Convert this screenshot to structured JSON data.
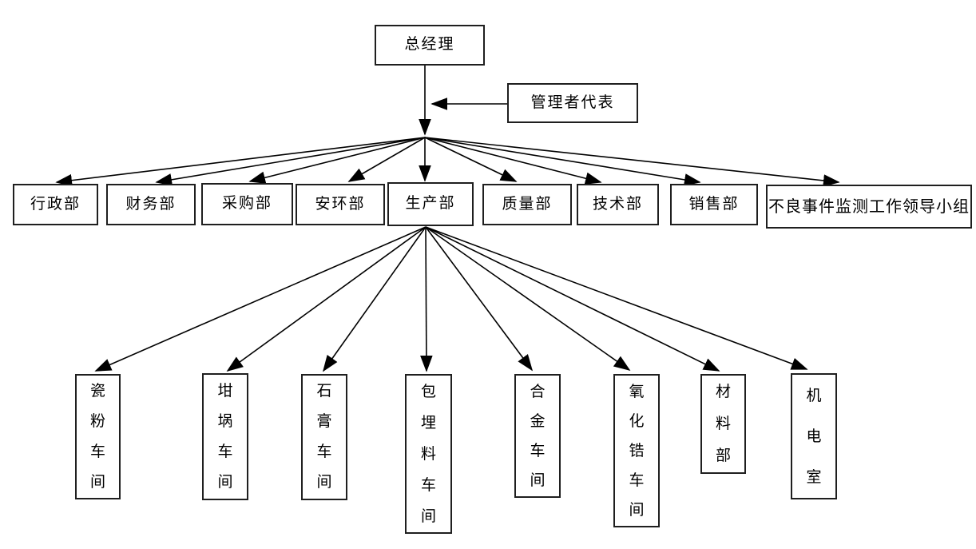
{
  "diagram": {
    "root": {
      "label": "总经理"
    },
    "staff": {
      "label": "管理者代表"
    },
    "departments": [
      {
        "label": "行政部"
      },
      {
        "label": "财务部"
      },
      {
        "label": "采购部"
      },
      {
        "label": "安环部"
      },
      {
        "label": "生产部"
      },
      {
        "label": "质量部"
      },
      {
        "label": "技术部"
      },
      {
        "label": "销售部"
      },
      {
        "label": "不良事件监测工作领导小组"
      }
    ],
    "workshops": [
      {
        "label": "瓷粉车间"
      },
      {
        "label": "坩埚车间"
      },
      {
        "label": "石膏车间"
      },
      {
        "label": "包埋料车间"
      },
      {
        "label": "合金车间"
      },
      {
        "label": "氧化锆车间"
      },
      {
        "label": "材料部"
      },
      {
        "label": "机电室"
      }
    ],
    "colors": {
      "line": "#000000",
      "box_border": "#1f1f1f",
      "background": "#ffffff",
      "text": "#000000"
    }
  }
}
